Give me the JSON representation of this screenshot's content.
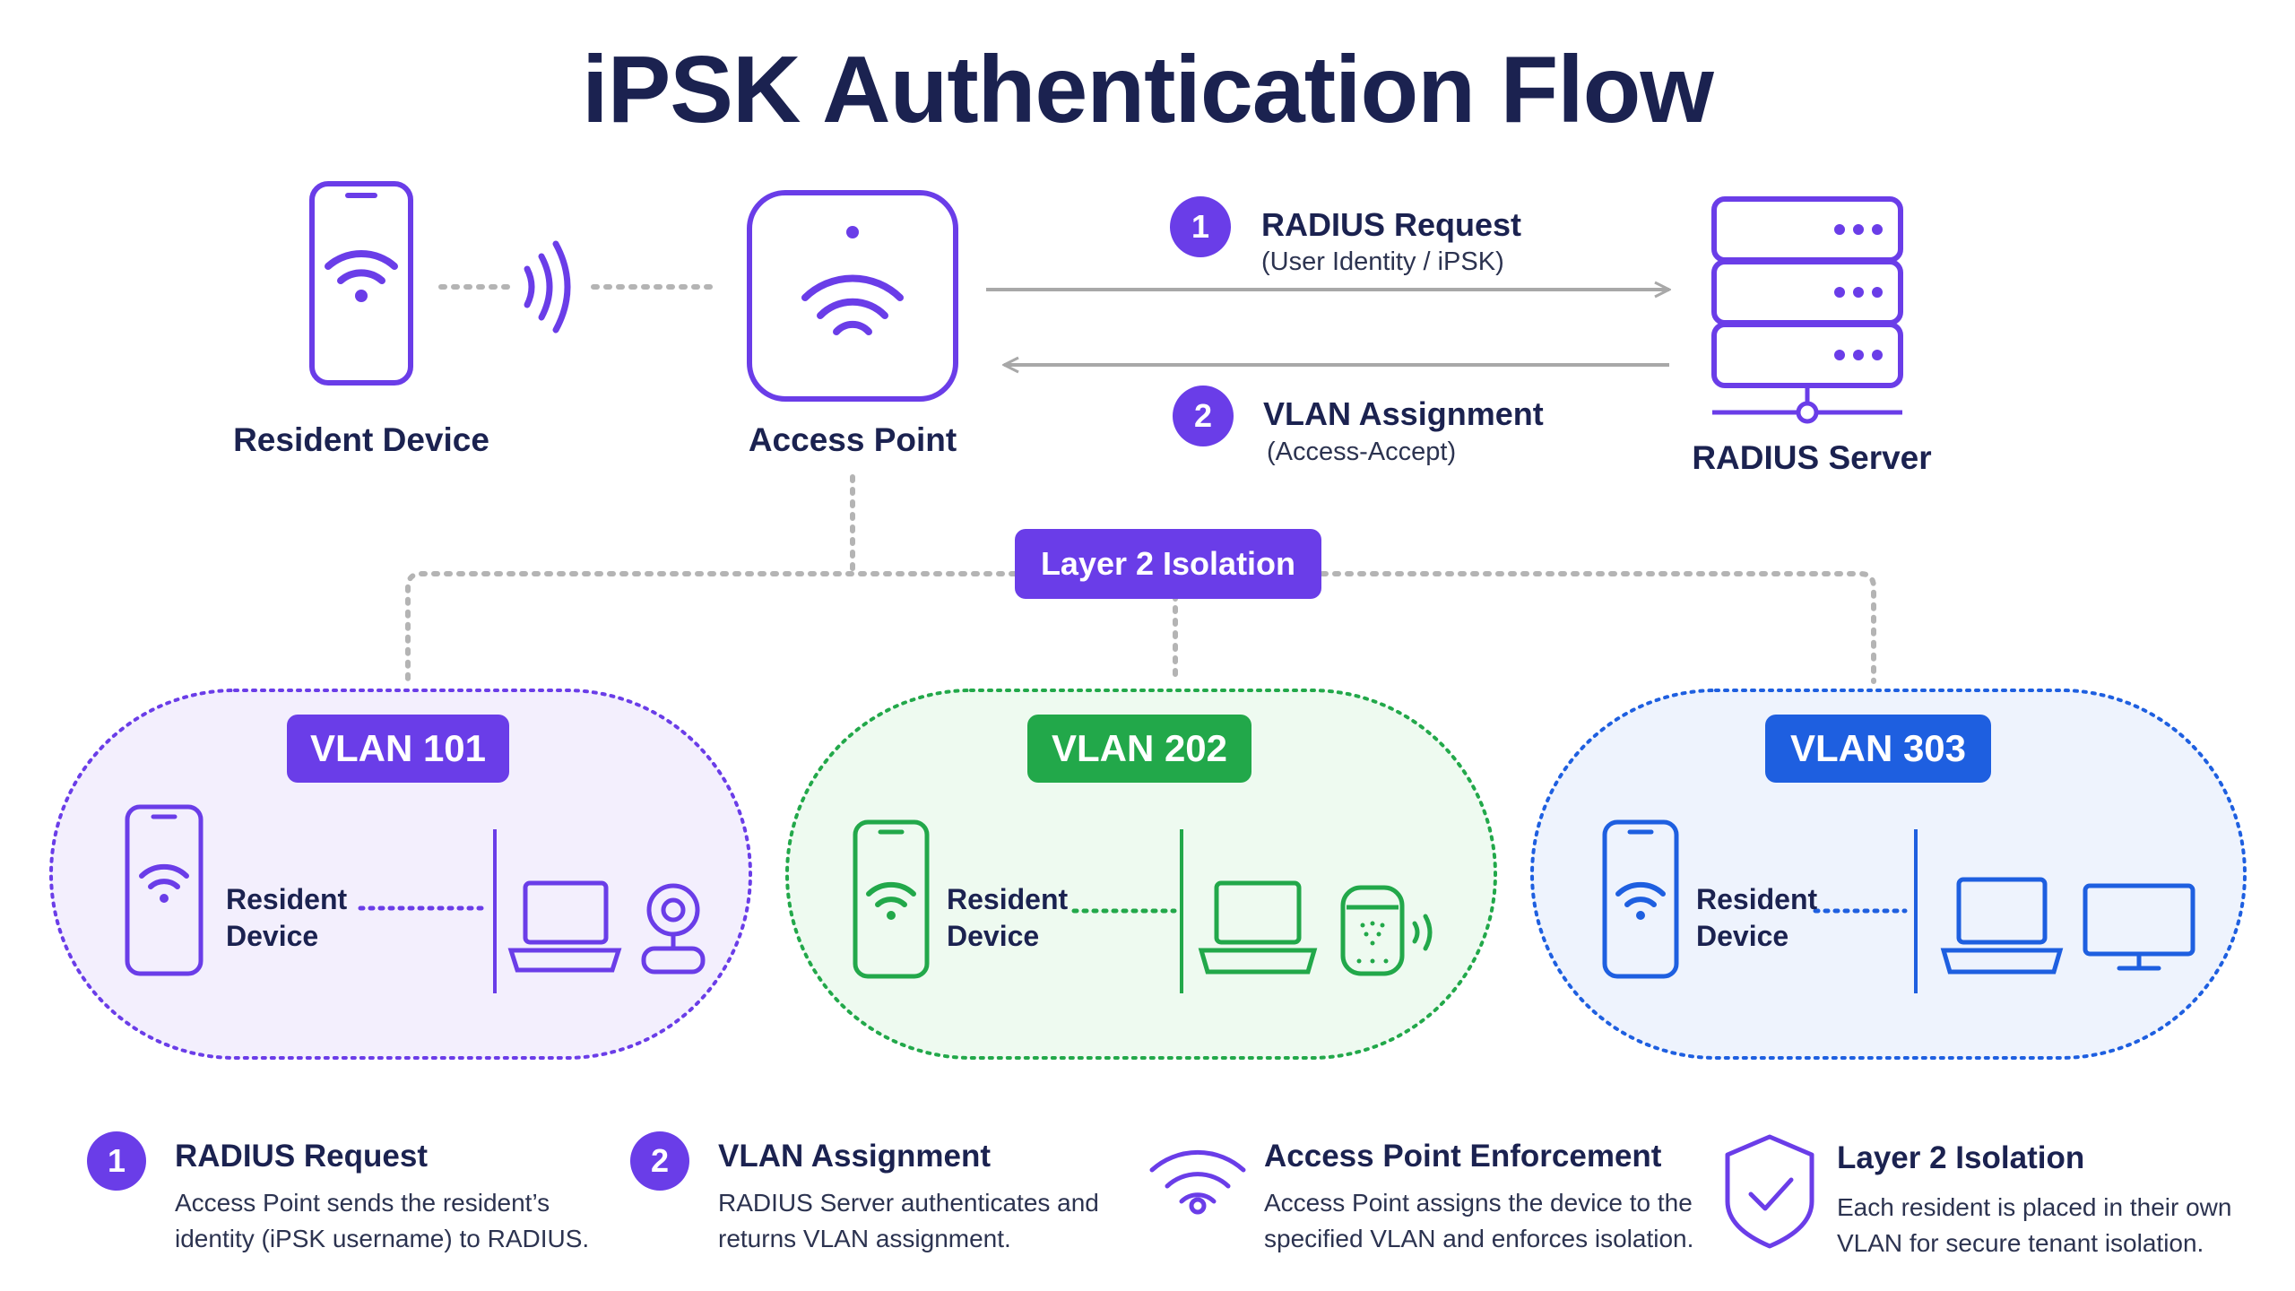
{
  "title": "iPSK Authentication Flow",
  "nodes": {
    "resident_device": "Resident Device",
    "access_point": "Access Point",
    "radius_server": "RADIUS Server"
  },
  "messages": [
    {
      "num": "1",
      "title": "RADIUS Request",
      "sub": "(User Identity / iPSK)"
    },
    {
      "num": "2",
      "title": "VLAN Assignment",
      "sub": "(Access-Accept)"
    }
  ],
  "isolation_label": "Layer 2 Isolation",
  "vlans": [
    {
      "name": "VLAN 101",
      "device_label_line1": "Resident",
      "device_label_line2": "Device",
      "color": "#6a3de8",
      "fill": "#f3effd"
    },
    {
      "name": "VLAN 202",
      "device_label_line1": "Resident",
      "device_label_line2": "Device",
      "color": "#22a84a",
      "fill": "#eefaf0"
    },
    {
      "name": "VLAN 303",
      "device_label_line1": "Resident",
      "device_label_line2": "Device",
      "color": "#1e5fe0",
      "fill": "#eef3fd"
    }
  ],
  "legend": [
    {
      "num": "1",
      "title": "RADIUS Request",
      "desc_line1": "Access Point sends the resident’s",
      "desc_line2": "identity (iPSK username) to RADIUS."
    },
    {
      "num": "2",
      "title": "VLAN Assignment",
      "desc_line1": "RADIUS Server authenticates and",
      "desc_line2": "returns VLAN assignment."
    },
    {
      "icon": "wifi-icon",
      "title": "Access Point Enforcement",
      "desc_line1": "Access Point assigns the device to the",
      "desc_line2": "specified VLAN and enforces isolation."
    },
    {
      "icon": "shield-check-icon",
      "title": "Layer 2 Isolation",
      "desc_line1": "Each resident is placed in their own",
      "desc_line2": "VLAN for secure tenant isolation."
    }
  ],
  "colors": {
    "primary": "#6a3de8",
    "navy": "#1b2250",
    "green": "#22a84a",
    "blue": "#1e5fe0",
    "connector": "#a8a8a8"
  }
}
